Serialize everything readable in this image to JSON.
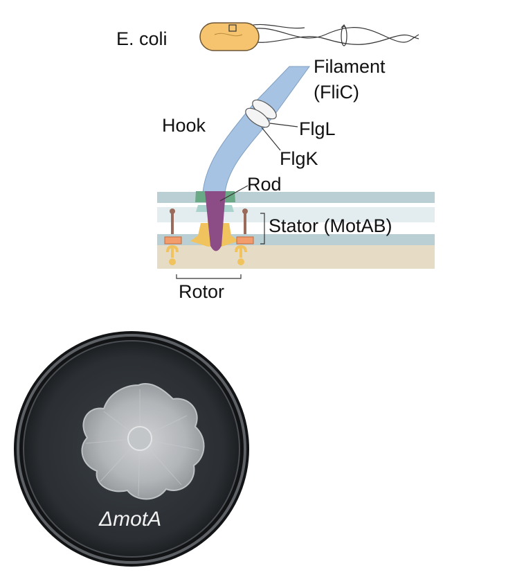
{
  "diagram": {
    "organism_label": "E. coli",
    "labels": {
      "filament": "Filament",
      "filament_protein": "(FliC)",
      "hook": "Hook",
      "flgl": "FlgL",
      "flgk": "FlgK",
      "rod": "Rod",
      "stator": "Stator (MotAB)",
      "rotor": "Rotor"
    },
    "colors": {
      "cell_body": "#f6c36e",
      "filament": "#a6c3e3",
      "rod": "#8c4d86",
      "membrane": "#b9cfd3",
      "peptidoglycan": "#e3edf0",
      "cytoplasm": "#e6dcc5",
      "l_ring": "#6aa985",
      "p_ring": "#a9d3cc",
      "ms_ring": "#f0c35e",
      "stator_unit": "#f29b6b"
    }
  },
  "plate": {
    "strain_label": "ΔmotA"
  }
}
